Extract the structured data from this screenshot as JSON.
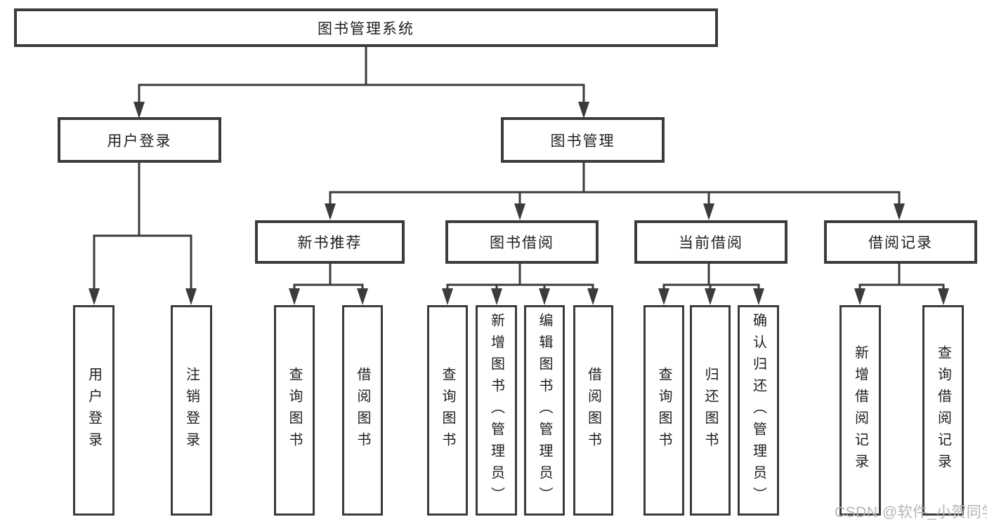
{
  "tree": {
    "root": {
      "label": "图书管理系统"
    },
    "branches": [
      {
        "label": "用户登录",
        "children": [
          {
            "label": "用户登录"
          },
          {
            "label": "注销登录"
          }
        ]
      },
      {
        "label": "图书管理",
        "children": [
          {
            "label": "新书推荐",
            "children": [
              {
                "label": "查询图书"
              },
              {
                "label": "借阅图书"
              }
            ]
          },
          {
            "label": "图书借阅",
            "children": [
              {
                "label": "查询图书"
              },
              {
                "label": "新增图书（管理员）"
              },
              {
                "label": "编辑图书（管理员）"
              },
              {
                "label": "借阅图书"
              }
            ]
          },
          {
            "label": "当前借阅",
            "children": [
              {
                "label": "查询图书"
              },
              {
                "label": "归还图书"
              },
              {
                "label": "确认归还（管理员）"
              }
            ]
          },
          {
            "label": "借阅记录",
            "children": [
              {
                "label": "新增借阅记录"
              },
              {
                "label": "查询借阅记录"
              }
            ]
          }
        ]
      }
    ]
  },
  "watermark": {
    "text": "CSDN @软件_小贺同学"
  },
  "colors": {
    "line": "#3b3b3b",
    "text": "#1f1f1f",
    "watermark": "#b5b5b5",
    "background": "#ffffff"
  }
}
